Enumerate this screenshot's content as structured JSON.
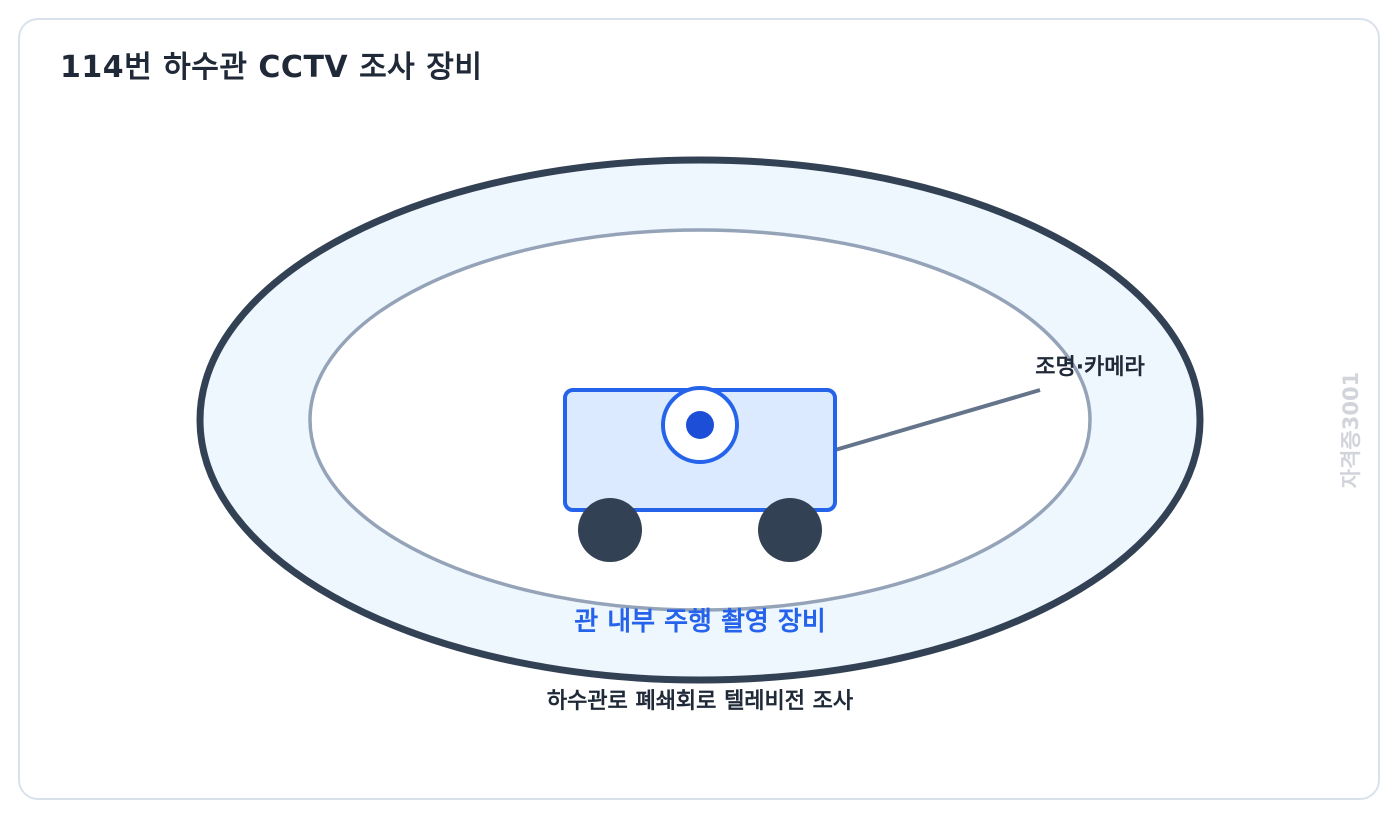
{
  "title": "114번 하수관 CCTV 조사 장비",
  "labels": {
    "camera": "조명·카메라",
    "inner": "관 내부 주행 촬영 장비",
    "outer": "하수관로 폐쇄회로 텔레비전 조사",
    "watermark": "자격증3001"
  },
  "colors": {
    "outer_stroke": "#334155",
    "outer_fill": "#eef6fe",
    "inner_stroke": "#94a3b8",
    "robot_stroke": "#2563eb",
    "robot_fill": "#dbeafe",
    "wheel": "#334155",
    "accent": "#1d4ed8",
    "watermark": "#d1d5db"
  }
}
